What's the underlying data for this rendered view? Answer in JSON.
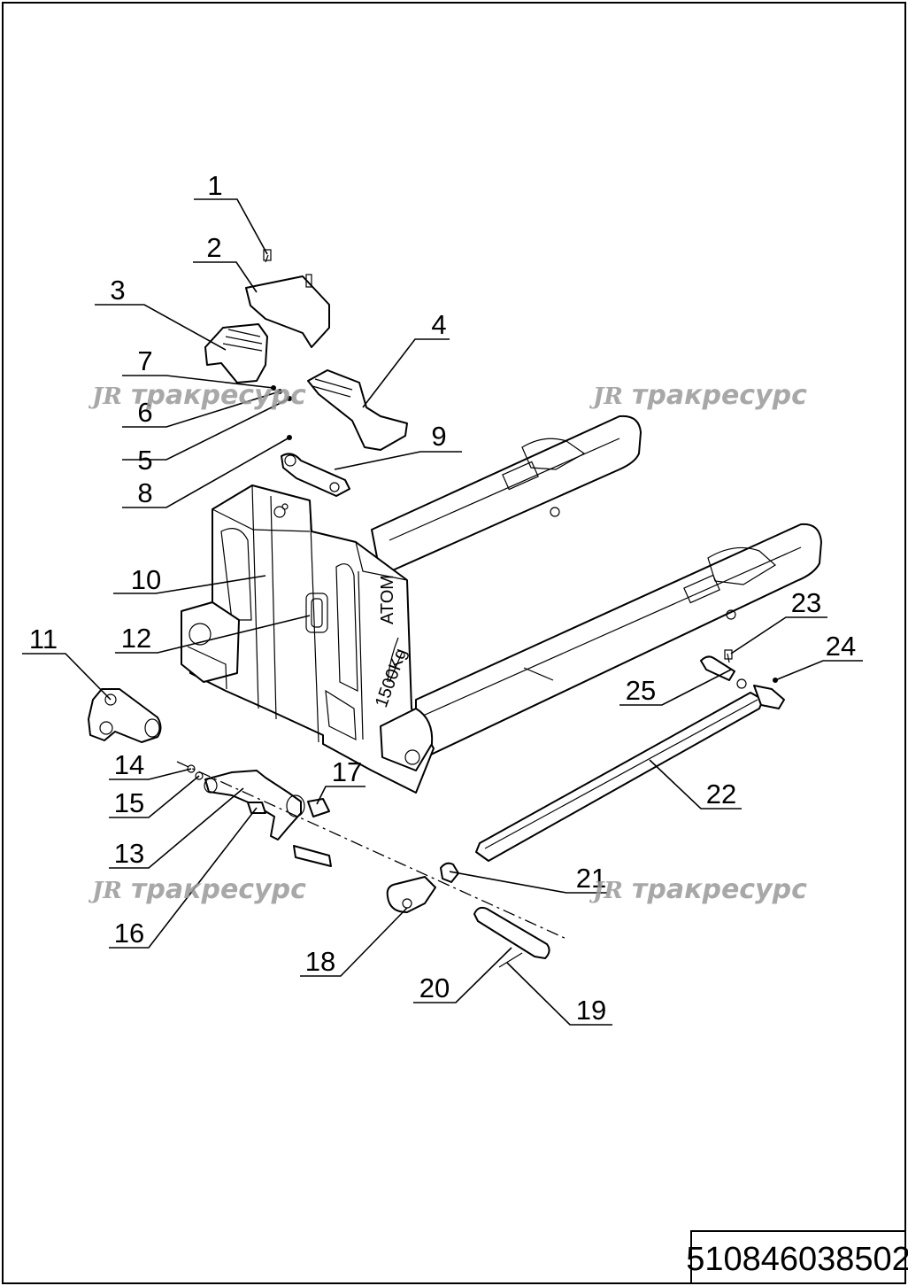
{
  "document": {
    "part_number": "510846038502"
  },
  "watermark": {
    "logo": "JR",
    "text": "тракресурс"
  },
  "equipment_markings": {
    "brand": "ATOM",
    "capacity": "1500Kg"
  },
  "callouts": [
    {
      "label": "1"
    },
    {
      "label": "2"
    },
    {
      "label": "3"
    },
    {
      "label": "4"
    },
    {
      "label": "5"
    },
    {
      "label": "6"
    },
    {
      "label": "7"
    },
    {
      "label": "8"
    },
    {
      "label": "9"
    },
    {
      "label": "10"
    },
    {
      "label": "11"
    },
    {
      "label": "12"
    },
    {
      "label": "13"
    },
    {
      "label": "14"
    },
    {
      "label": "15"
    },
    {
      "label": "16"
    },
    {
      "label": "17"
    },
    {
      "label": "18"
    },
    {
      "label": "19"
    },
    {
      "label": "20"
    },
    {
      "label": "21"
    },
    {
      "label": "22"
    },
    {
      "label": "23"
    },
    {
      "label": "24"
    },
    {
      "label": "25"
    }
  ]
}
